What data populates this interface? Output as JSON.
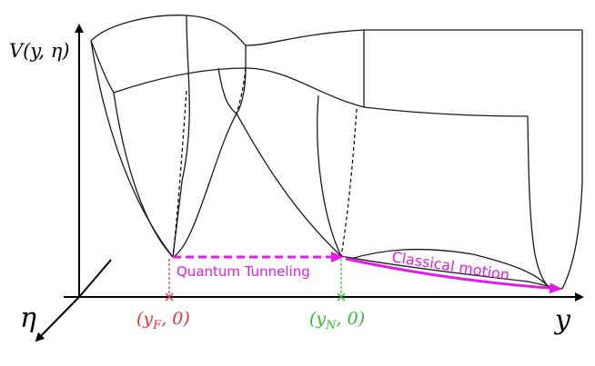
{
  "labels": {
    "potential": "V(y, η)",
    "y_axis": "y",
    "eta_axis": "η",
    "y_false": "(yF, 0)",
    "y_false_main": "(y",
    "y_false_sub": "F",
    "y_false_tail": ", 0)",
    "y_nuc_main": "(y",
    "y_nuc_sub": "N",
    "y_nuc_tail": ", 0)",
    "quantum": "Quantum Tunneling",
    "classical": "Classical motion"
  },
  "colors": {
    "axis": "#000000",
    "surface": "#1a1a1a",
    "false_vacuum": "#e8303a",
    "nucleation": "#33bb33",
    "path": "#e31ae8"
  }
}
